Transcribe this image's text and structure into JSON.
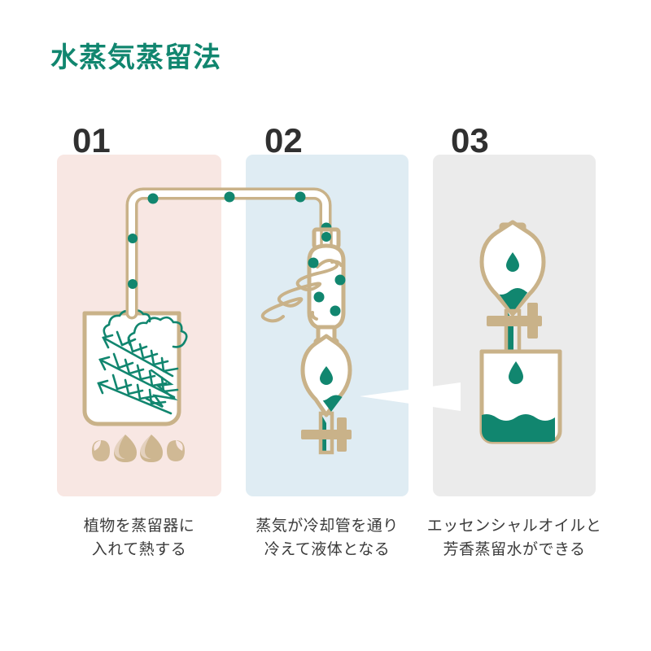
{
  "page": {
    "title": "水蒸気蒸留法",
    "background": "#ffffff",
    "accent_teal": "#11866f",
    "accent_tan": "#c9b289",
    "text_dark": "#303030",
    "caption_color": "#3b3b3b"
  },
  "steps": [
    {
      "number": "01",
      "panel_color": "#f8e7e3",
      "caption_lines": [
        "植物を蒸留器に",
        "入れて熱する"
      ],
      "illustration": "beaker-with-herbs-over-flames"
    },
    {
      "number": "02",
      "panel_color": "#dfecf3",
      "caption_lines": [
        "蒸気が冷却管を通り",
        "冷えて液体となる"
      ],
      "illustration": "condenser-coil-and-separatory-funnel"
    },
    {
      "number": "03",
      "panel_color": "#ebebeb",
      "caption_lines": [
        "エッセンシャルオイルと",
        "芳香蒸留水ができる"
      ],
      "illustration": "separatory-funnel-dripping-into-beaker"
    }
  ],
  "illustration_elements": {
    "vapor_dots_label": "vapor-bubble-dot",
    "steam_cloud_label": "steam-cloud",
    "herb_sprig_label": "rosemary-sprig",
    "flame_label": "flame",
    "droplet_label": "oil-droplet",
    "connector_label": "zoom-connector-wedge"
  }
}
